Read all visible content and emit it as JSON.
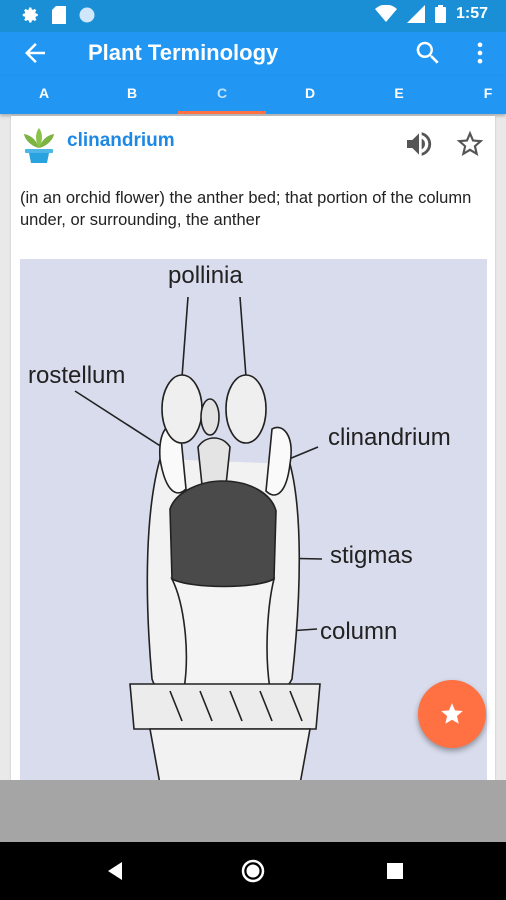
{
  "status_bar": {
    "time": "1:57",
    "icons": [
      "gear-icon",
      "sd-card-icon",
      "circle-icon",
      "wifi-icon",
      "signal-icon",
      "battery-icon"
    ]
  },
  "app_bar": {
    "title": "Plant Terminology",
    "icons": [
      "back-arrow-icon",
      "search-icon",
      "more-vert-icon"
    ]
  },
  "tabs": [
    {
      "label": "A"
    },
    {
      "label": "B"
    },
    {
      "label": "C",
      "active": true
    },
    {
      "label": "D"
    },
    {
      "label": "E"
    },
    {
      "label": "F"
    }
  ],
  "entry": {
    "term": "clinandrium",
    "definition": "(in an orchid flower) the anther bed; that portion of the column under, or surrounding, the anther",
    "icons": [
      "plant-logo-icon",
      "speaker-icon",
      "star-outline-icon"
    ]
  },
  "illustration": {
    "labels": {
      "pollinia": "pollinia",
      "rostellum": "rostellum",
      "clinandrium": "clinandrium",
      "stigmas": "stigmas",
      "column": "column"
    }
  },
  "fab": {
    "icon": "star-icon"
  },
  "nav_bar": {
    "icons": [
      "back-triangle-icon",
      "home-circle-icon",
      "recents-square-icon"
    ]
  },
  "colors": {
    "primary": "#2196f3",
    "status_bar": "#1a8fd6",
    "accent": "#ff7043",
    "term_text": "#1e88e5",
    "illustration_bg": "#d8dcec"
  }
}
